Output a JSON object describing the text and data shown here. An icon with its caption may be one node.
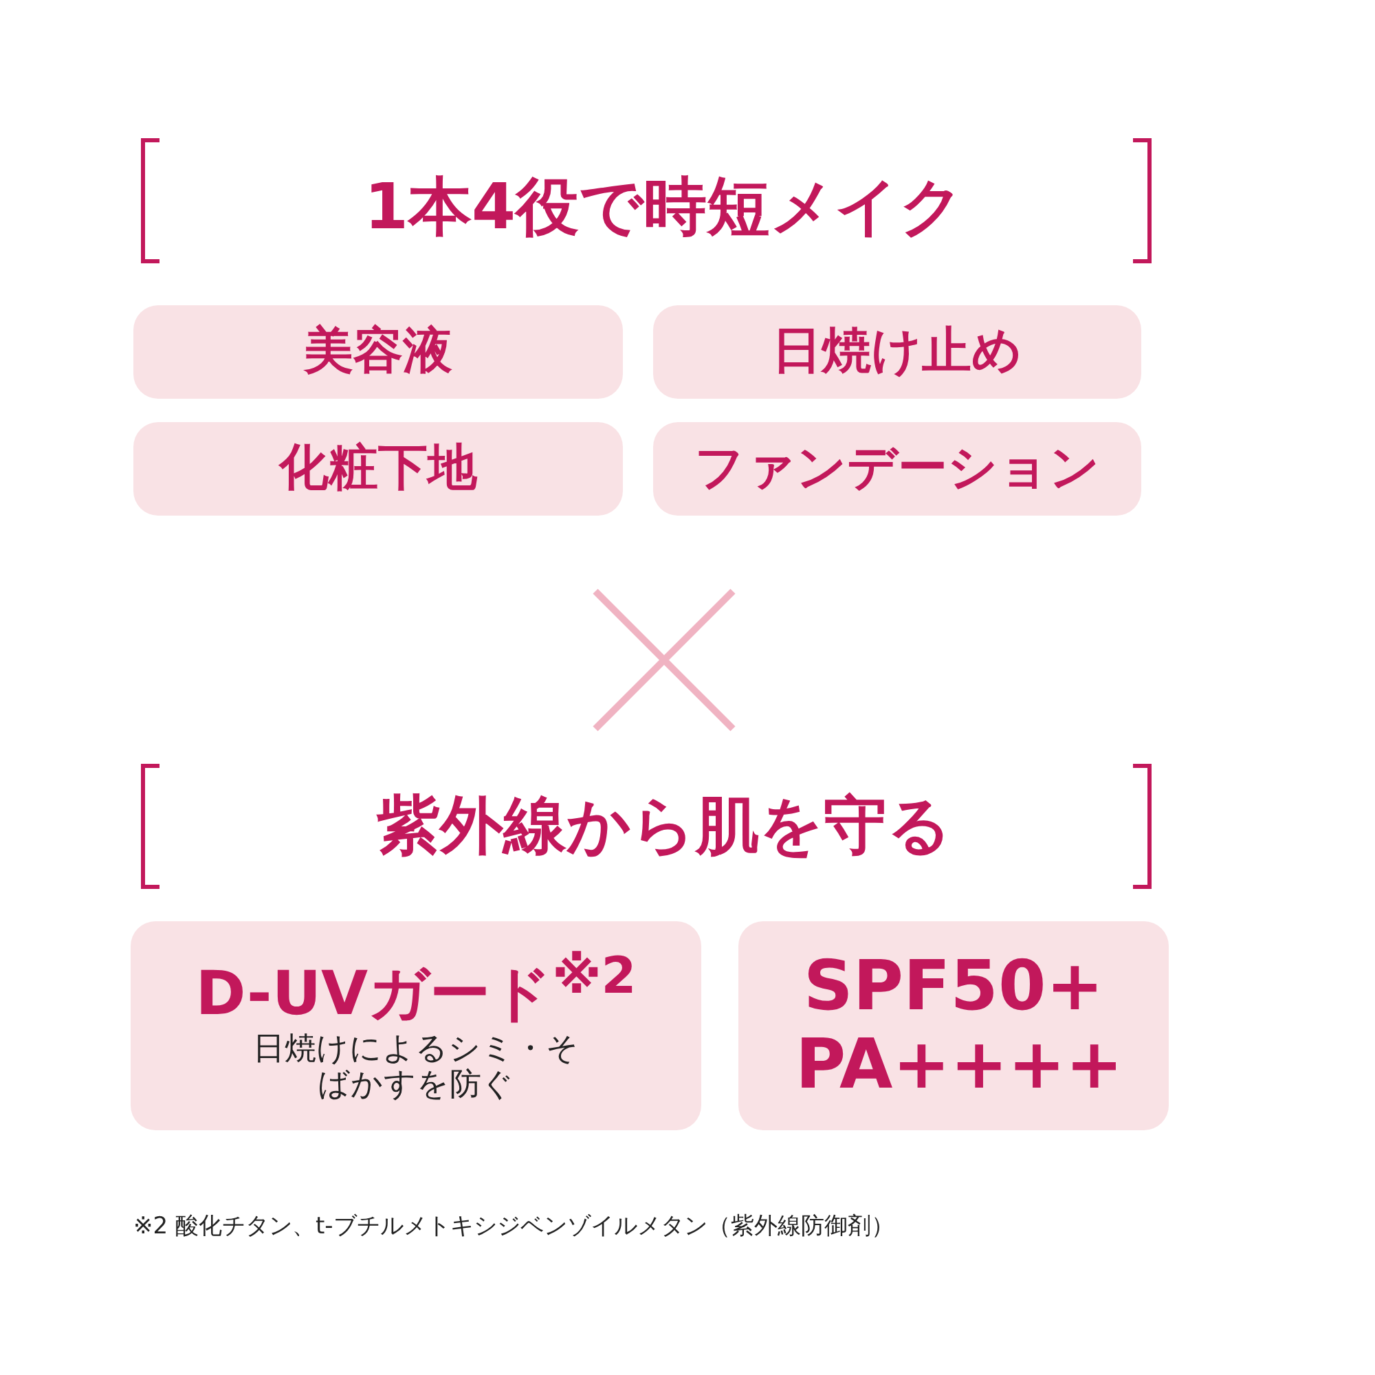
{
  "diagram": {
    "nodes": [
      {
        "text": [
          "美容液"
        ]
      },
      {
        "text": [
          "日焼け止め"
        ]
      },
      {
        "text": [
          "化粧下地"
        ]
      },
      {
        "text": [
          "ファンデーション"
        ]
      },
      {
        "text": [
          "D-UVガード$^{※2}$",
          "日焼けによるシミ・そばかすを防ぐ"
        ]
      },
      {
        "text": [
          "SPF50+ PA++++"
        ]
      }
    ],
    "edges": [],
    "labels": [
      "1本4役で時短メイク",
      "紫外線から肌を守る",
      "※2 酸化チタン、t-ブチルメトキシジベンゾイルメタン（紫外線防御剤）"
    ]
  }
}
